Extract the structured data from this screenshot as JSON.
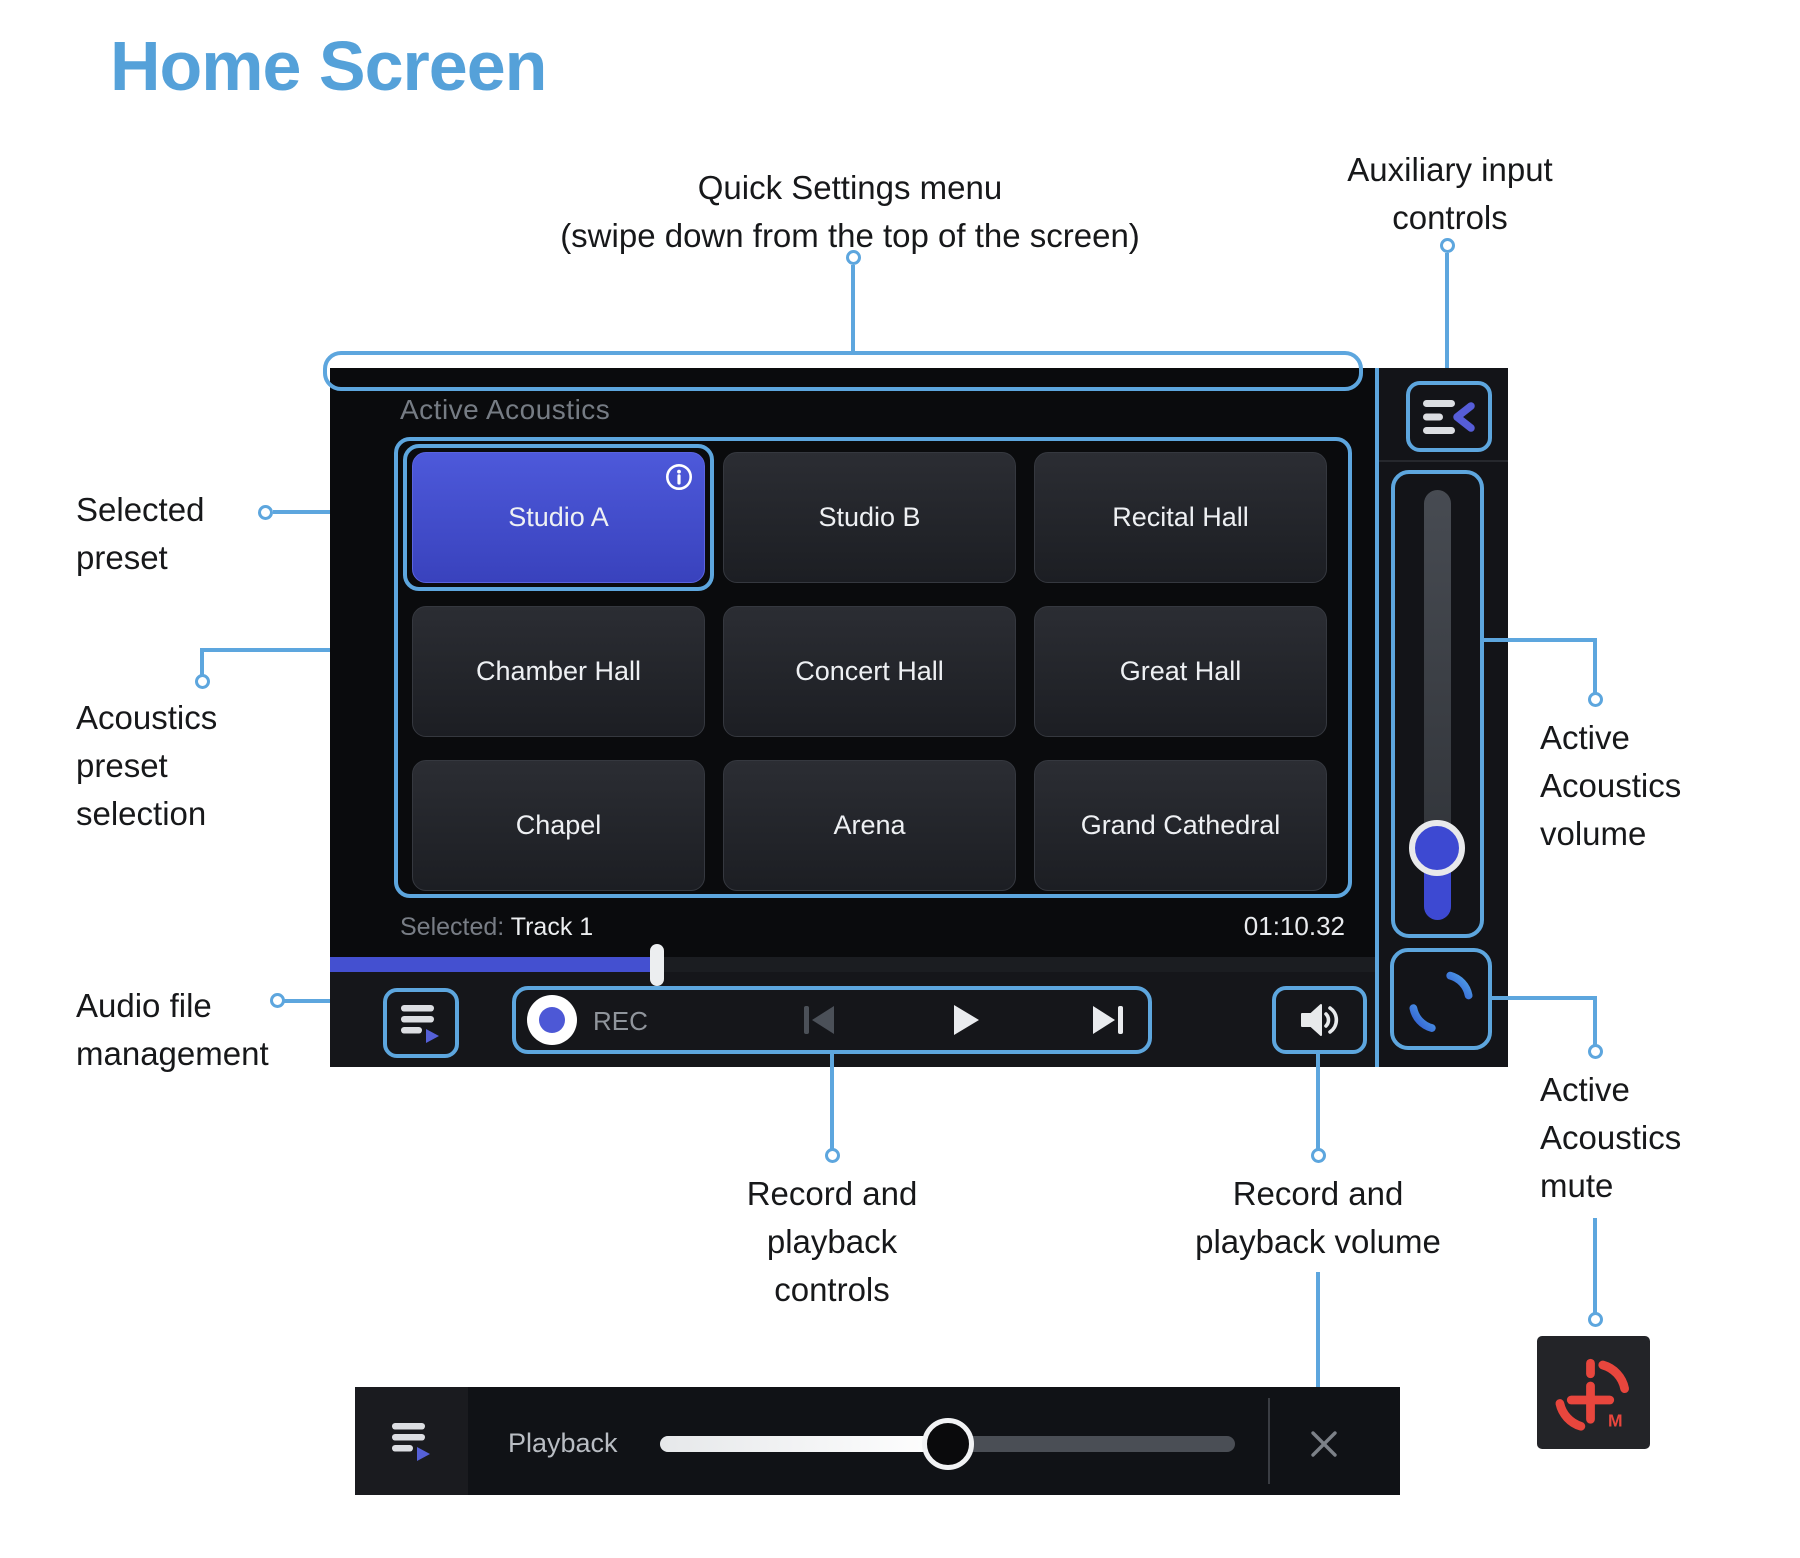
{
  "title": "Home Screen",
  "annotations": {
    "quick_settings": "Quick Settings menu\n(swipe down from the top of the screen)",
    "aux_input": "Auxiliary input\ncontrols",
    "selected_preset": "Selected\npreset",
    "preset_selection": "Acoustics\npreset\nselection",
    "audio_file": "Audio file\nmanagement",
    "rec_controls": "Record and\nplayback\ncontrols",
    "rec_volume": "Record and\nplayback volume",
    "aa_volume": "Active\nAcoustics\nvolume",
    "aa_mute": "Active\nAcoustics\nmute"
  },
  "panel": {
    "section_label": "Active Acoustics",
    "presets": [
      "Studio A",
      "Studio B",
      "Recital Hall",
      "Chamber Hall",
      "Concert Hall",
      "Great Hall",
      "Chapel",
      "Arena",
      "Grand Cathedral"
    ],
    "selected_preset": "Studio A",
    "selected_label": "Selected:",
    "track_name": "Track 1",
    "time": "01:10.32",
    "rec_label": "REC"
  },
  "playback_bar": {
    "label": "Playback"
  },
  "mute_badge": {
    "label": "M"
  },
  "icons": [
    "aux-input-icon",
    "info-icon",
    "audio-file-management-icon",
    "record-icon",
    "previous-track-icon",
    "play-icon",
    "next-track-icon",
    "speaker-icon",
    "afc-logo-icon",
    "afc-logo-mute-icon",
    "close-icon"
  ],
  "colors": {
    "callout_accent": "#5da6de",
    "title_blue": "#55a1d9",
    "selected_preset_bg": "#4350cd",
    "record_dot": "#4d58d6",
    "progress_fill": "#4450d0",
    "logo_blue_gradient": [
      "#2e55d0",
      "#54a8ea"
    ],
    "logo_red": "#e8463d",
    "panel_bg": "#0a0b0d"
  }
}
